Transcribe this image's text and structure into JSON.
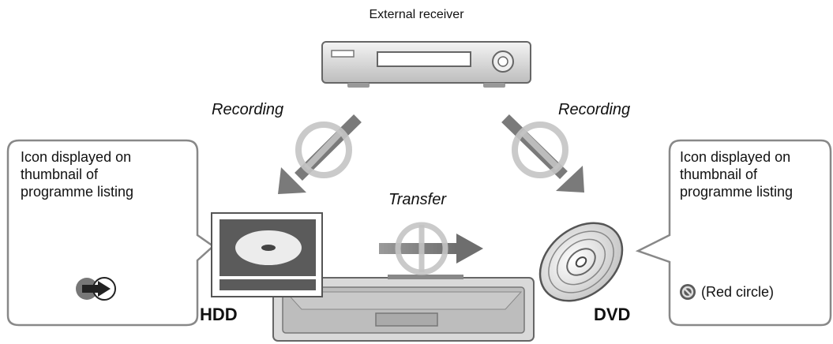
{
  "receiver": {
    "label": "External receiver"
  },
  "arrows": {
    "left_label": "Recording",
    "right_label": "Recording",
    "transfer_label": "Transfer"
  },
  "devices": {
    "hdd_label": "HDD",
    "dvd_label": "DVD"
  },
  "callouts": {
    "left": {
      "lines": [
        "Icon displayed on",
        "thumbnail of",
        "programme listing"
      ]
    },
    "right": {
      "lines": [
        "Icon displayed on",
        "thumbnail of",
        "programme listing"
      ],
      "icon_label": "(Red circle)"
    }
  }
}
